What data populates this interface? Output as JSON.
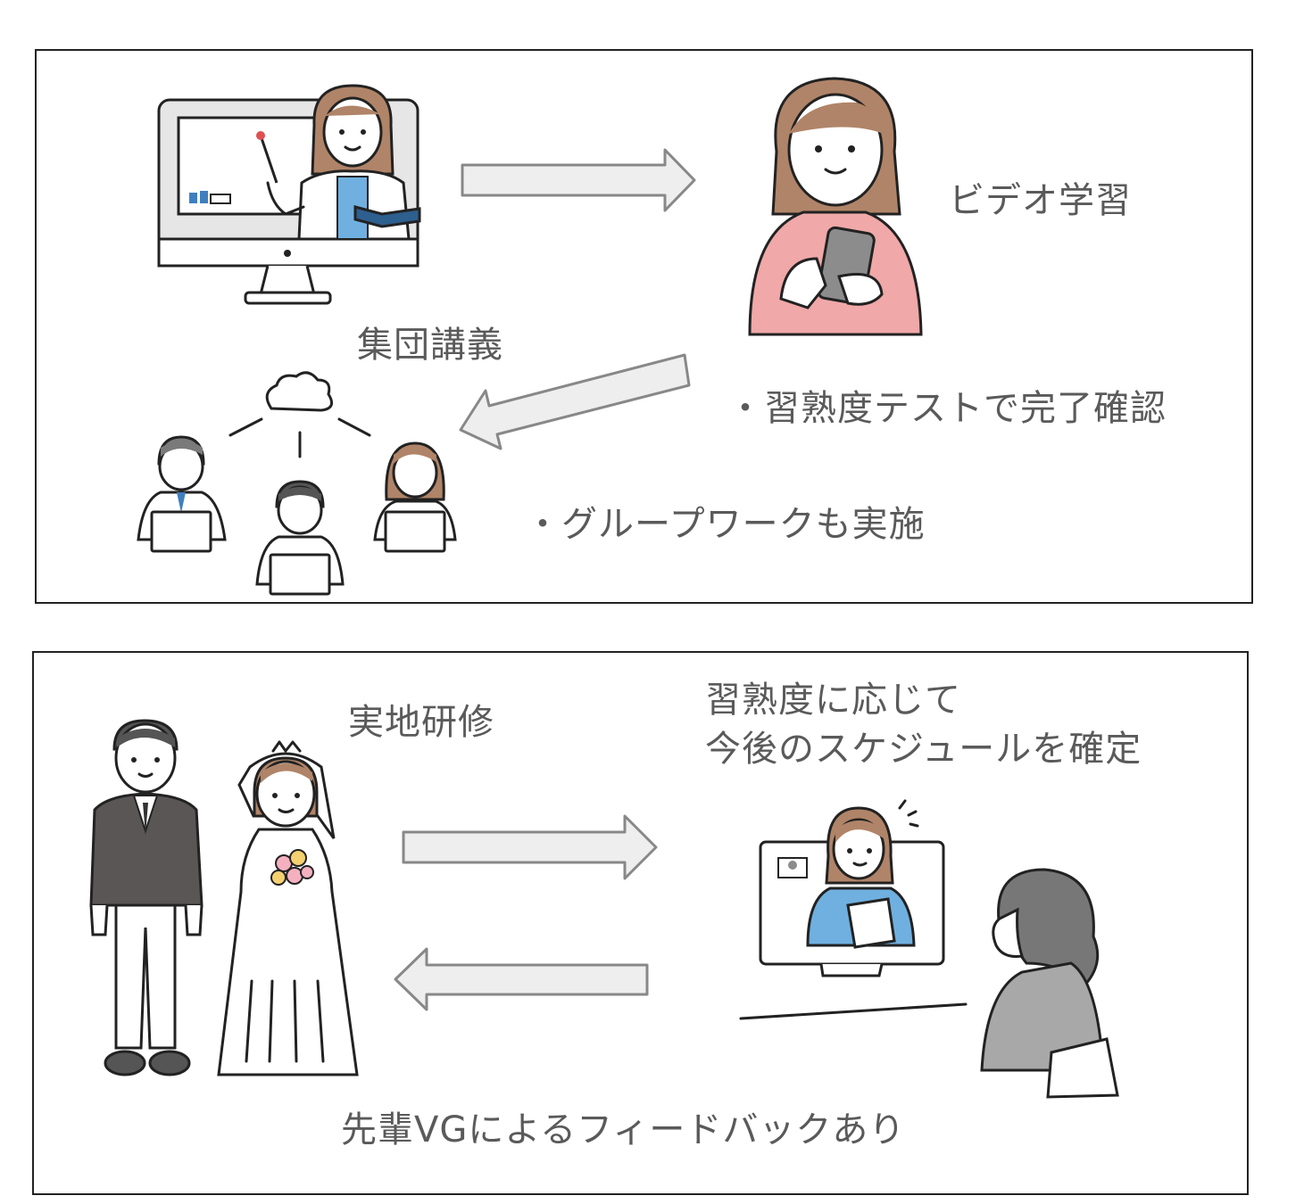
{
  "top_panel": {
    "labels": {
      "video_learning": "ビデオ学習",
      "group_lecture": "集団講義",
      "proficiency_test": "・習熟度テストで完了確認",
      "group_work": "・グループワークも実施"
    }
  },
  "bottom_panel": {
    "labels": {
      "onsite_training": "実地研修",
      "schedule_line1": "習熟度に応じて",
      "schedule_line2": "今後のスケジュールを確定",
      "feedback": "先輩VGによるフィードバックあり"
    }
  },
  "colors": {
    "border": "#222222",
    "text": "#5a5a5a",
    "arrow_fill": "#eeeeee",
    "arrow_stroke": "#888888",
    "hair": "#b08468",
    "skin": "#ffffff",
    "pink_shirt": "#f0a8a8",
    "blue_shirt": "#6fb0e0",
    "suit": "#5a5656",
    "gray_jacket": "#a8a8a8"
  }
}
